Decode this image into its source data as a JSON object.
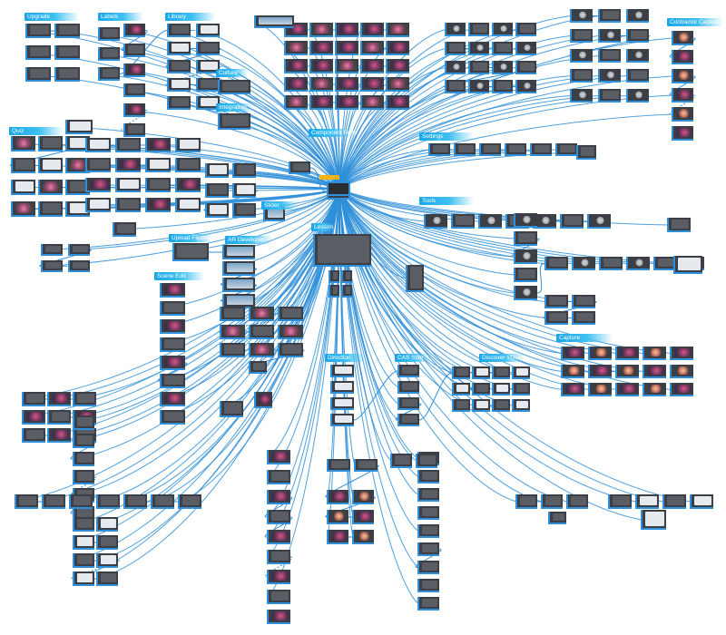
{
  "graph": {
    "groups": [
      {
        "key": "upgrade",
        "label": "Upgrade"
      },
      {
        "key": "labels",
        "label": "Labels"
      },
      {
        "key": "library",
        "label": "Library"
      },
      {
        "key": "contractor",
        "label": "Contractor Capture"
      },
      {
        "key": "culture",
        "label": "Culture"
      },
      {
        "key": "integration",
        "label": "Integration"
      },
      {
        "key": "quiz",
        "label": "Quiz"
      },
      {
        "key": "component",
        "label": "Component Form"
      },
      {
        "key": "settings",
        "label": "Settings"
      },
      {
        "key": "tools",
        "label": "Tools"
      },
      {
        "key": "slider",
        "label": "Slider"
      },
      {
        "key": "upload",
        "label": "Upload Flipbook"
      },
      {
        "key": "ar",
        "label": "AR Developer"
      },
      {
        "key": "lesson",
        "label": "Lesson"
      },
      {
        "key": "scene",
        "label": "Scene Edit"
      },
      {
        "key": "cap",
        "label": "Capture"
      },
      {
        "key": "direction",
        "label": "Direction"
      },
      {
        "key": "cas",
        "label": "CAS Stim"
      },
      {
        "key": "discover",
        "label": "Discover YOU"
      }
    ],
    "colors": {
      "wire": "#2f8fd8",
      "group": "#1aa6e8",
      "node": "#3c4046",
      "highlight": "#f2b318"
    }
  }
}
